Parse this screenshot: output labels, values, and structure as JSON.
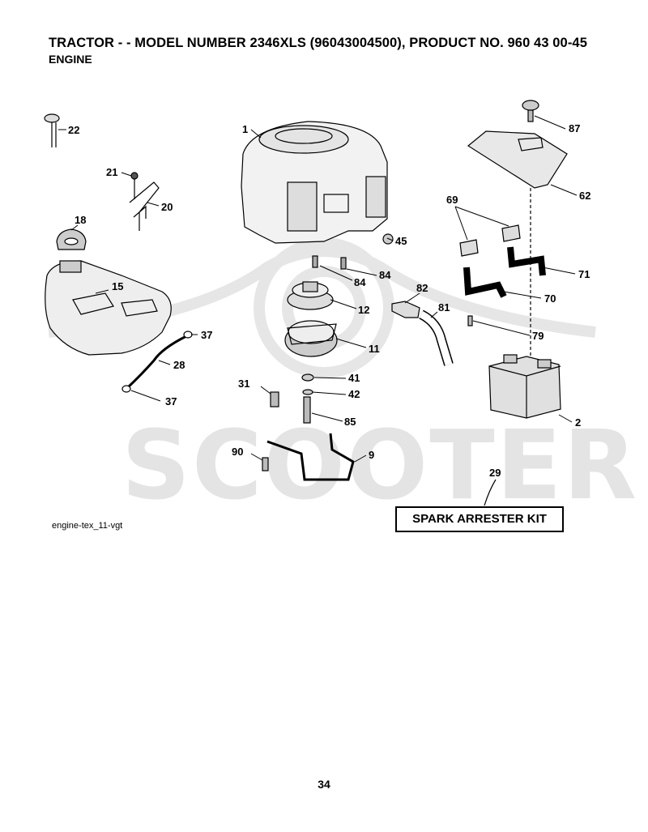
{
  "header": {
    "title": "TRACTOR - - MODEL NUMBER 2346XLS (96043004500), PRODUCT NO. 960 43 00-45",
    "subtitle": "ENGINE"
  },
  "watermark": {
    "text": "SCOOTER",
    "color": "#e4e4e4"
  },
  "diagram": {
    "reference": "engine-tex_11-vgt",
    "kit_label": "SPARK ARRESTER KIT",
    "callouts": [
      "1",
      "2",
      "9",
      "11",
      "12",
      "15",
      "18",
      "20",
      "21",
      "22",
      "28",
      "29",
      "31",
      "37",
      "37",
      "41",
      "42",
      "45",
      "62",
      "69",
      "70",
      "71",
      "79",
      "81",
      "82",
      "84",
      "84",
      "85",
      "87",
      "90"
    ]
  },
  "footer": {
    "page_number": "34"
  }
}
